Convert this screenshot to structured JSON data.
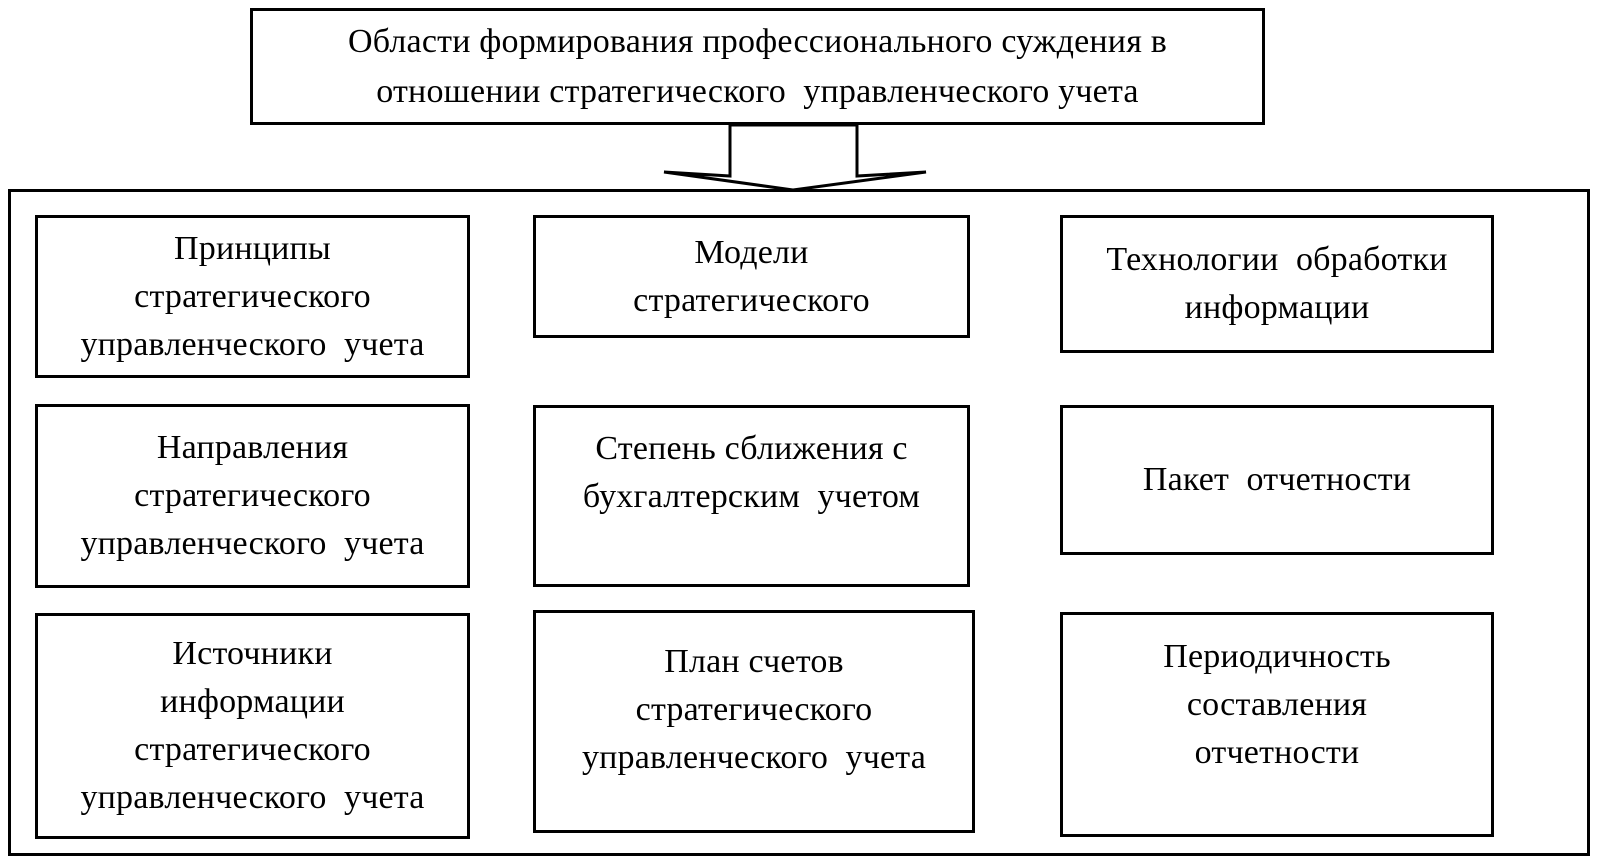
{
  "diagram": {
    "title": "Области формирования профессионального суждения в\nотношении стратегического  управленческого учета",
    "arrow": {
      "icon": "down-block-arrow",
      "color": "#000000",
      "fill": "#ffffff"
    },
    "border_color": "#000000",
    "background_color": "#ffffff",
    "cells": [
      {
        "id": "principles",
        "text": "Принципы\nстратегического\nуправленческого  учета"
      },
      {
        "id": "models",
        "text": "Модели\nстратегического"
      },
      {
        "id": "information-processing",
        "text": "Технологии  обработки\nинформации"
      },
      {
        "id": "directions",
        "text": "Направления\nстратегического\nуправленческого  учета"
      },
      {
        "id": "convergence-degree",
        "text": "Степень сближения с\nбухгалтерским  учетом"
      },
      {
        "id": "reporting-package",
        "text": "Пакет  отчетности"
      },
      {
        "id": "information-sources",
        "text": "Источники\nинформации\nстратегического\nуправленческого  учета"
      },
      {
        "id": "chart-of-accounts",
        "text": "План счетов\nстратегического\nуправленческого  учета"
      },
      {
        "id": "reporting-periodicity",
        "text": "Периодичность\nсоставления\nотчетности"
      }
    ]
  }
}
